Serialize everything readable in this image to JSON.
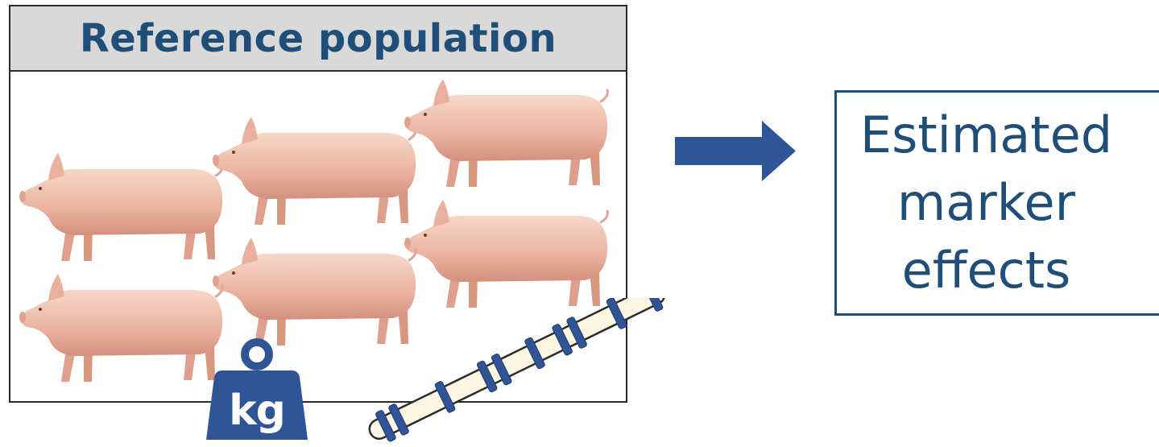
{
  "reference_panel": {
    "title": "Reference population",
    "header_color": "#d9d9d9",
    "title_color": "#1f4e79",
    "pig_count": 6
  },
  "weight_icon": {
    "label": "kg",
    "icon": "weight-kg-icon",
    "color": "#2f5597"
  },
  "chromosome_icon": {
    "icon": "chromosome-marker-icon",
    "color": "#2f5597",
    "fill": "#fdf6e3"
  },
  "arrow": {
    "icon": "right-arrow-icon",
    "color": "#2f5597"
  },
  "result": {
    "lines": [
      "Estimated",
      "marker",
      "effects"
    ],
    "color": "#1f4e79"
  }
}
